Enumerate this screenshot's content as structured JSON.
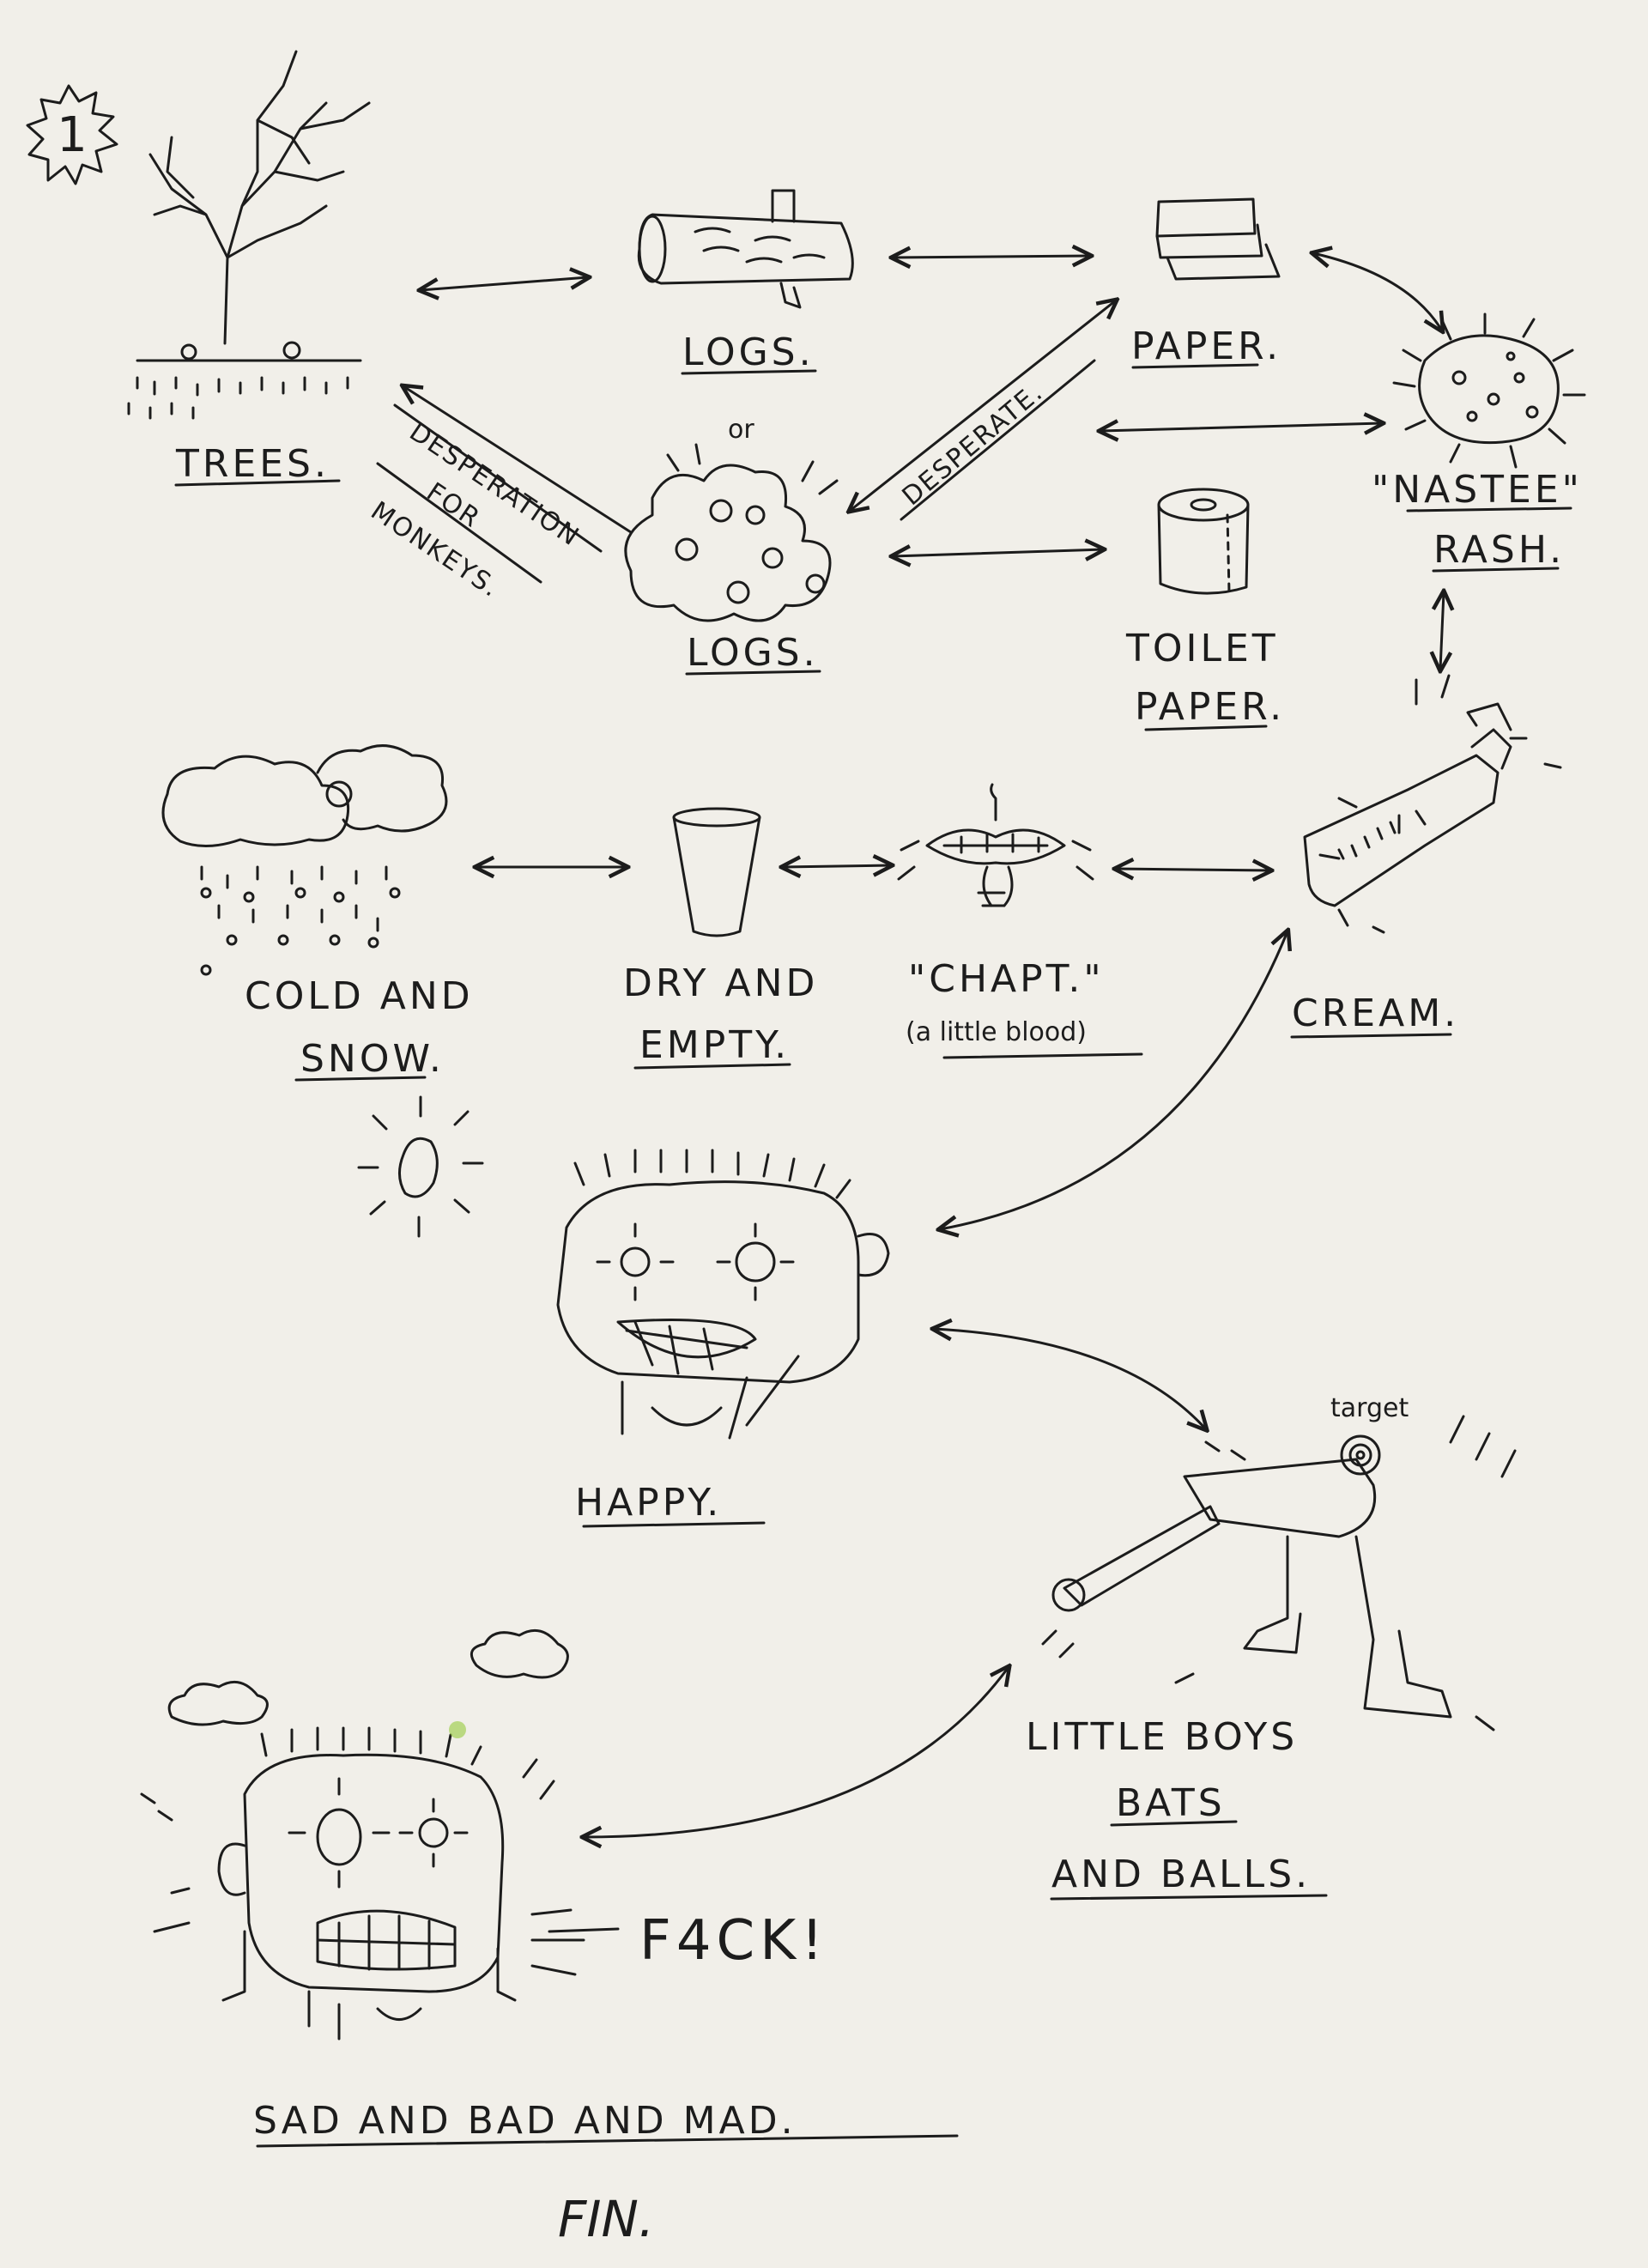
{
  "page_number": "1",
  "nodes": {
    "trees": "TREES.",
    "logs_top": "LOGS.",
    "or": "or",
    "logs_bottom": "LOGS.",
    "paper": "PAPER.",
    "toilet_paper_1": "TOILET",
    "toilet_paper_2": "PAPER.",
    "rash_1": "\"NASTEE\"",
    "rash_2": "RASH.",
    "cold_1": "COLD AND",
    "cold_2": "SNOW.",
    "dry_1": "DRY AND",
    "dry_2": "EMPTY.",
    "chapt": "\"CHAPT.\"",
    "chapt_note": "(a little blood)",
    "cream": "CREAM.",
    "happy": "HAPPY.",
    "target": "target",
    "boys_1": "LITTLE BOYS",
    "boys_2": "BATS",
    "boys_3": "AND BALLS.",
    "exclaim": "F4CK!",
    "sad": "SAD AND BAD AND MAD.",
    "signature": "FIN."
  },
  "edge_labels": {
    "desperation_1": "DESPERATION",
    "desperation_2": "FOR",
    "desperation_3": "MONKEYS.",
    "desperate": "DESPERATE."
  },
  "colors": {
    "ink": "#1c1c1c",
    "paper": "#f1efe9",
    "smudge": "#9ccc4a"
  }
}
